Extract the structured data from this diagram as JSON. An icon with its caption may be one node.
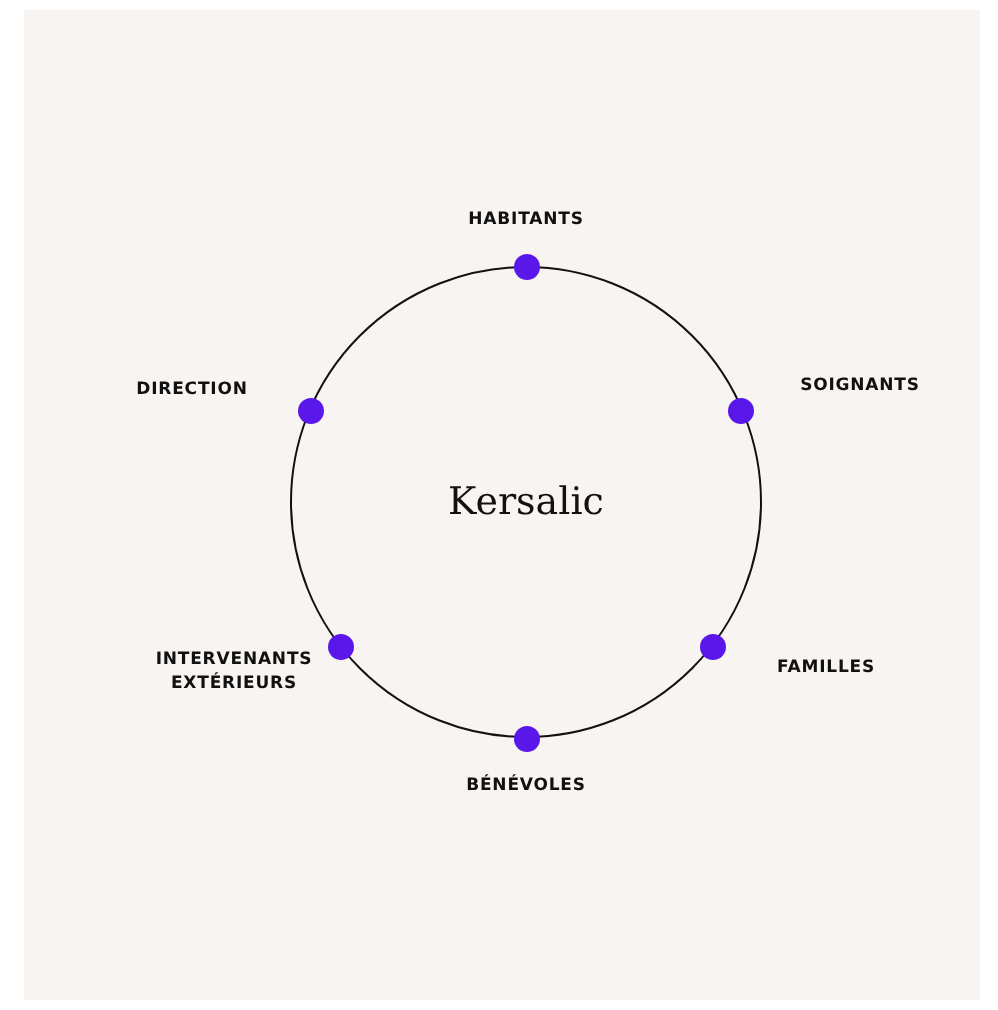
{
  "diagram": {
    "nodes": [
      {
        "text": [
          "Kersalic"
        ]
      },
      {
        "text": [],
        "shape": "circle",
        "beside": [
          "HABITANTS"
        ]
      },
      {
        "text": [],
        "shape": "circle",
        "beside": [
          "DIRECTION"
        ]
      },
      {
        "text": [],
        "shape": "circle",
        "beside": [
          "SOIGNANTS"
        ]
      },
      {
        "text": [],
        "shape": "circle",
        "beside": [
          "INTERVENANTS EXTÉRIEURS"
        ]
      },
      {
        "text": [],
        "shape": "circle",
        "beside": [
          "FAMILLES"
        ]
      },
      {
        "text": [],
        "shape": "circle",
        "beside": [
          "BÉNÉVOLES"
        ]
      }
    ],
    "edges": []
  }
}
